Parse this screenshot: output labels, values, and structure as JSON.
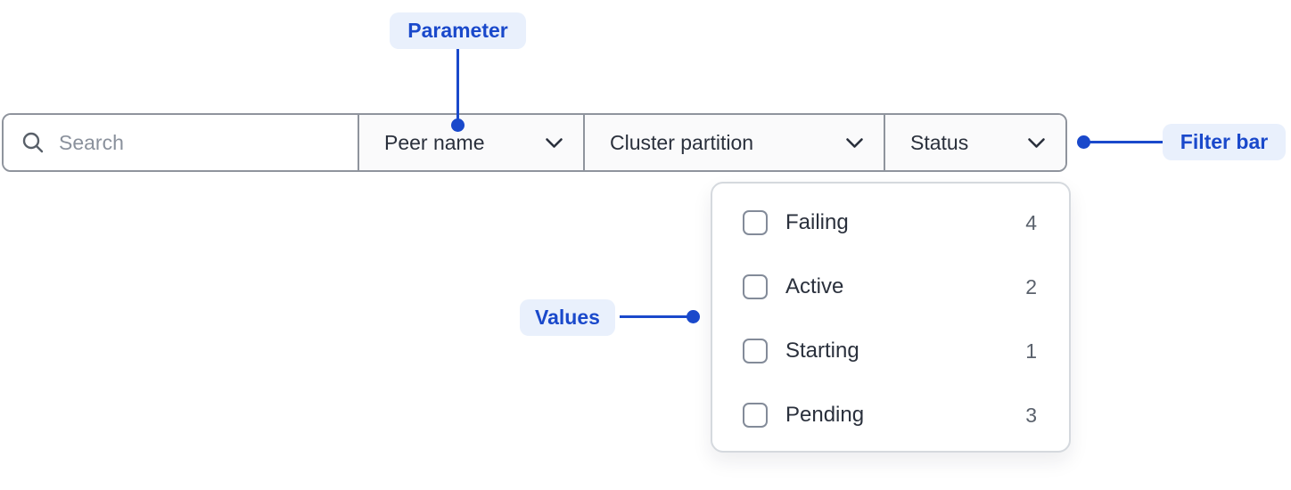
{
  "annotations": {
    "parameter_label": "Parameter",
    "filter_bar_label": "Filter bar",
    "values_label": "Values"
  },
  "filter_bar": {
    "search": {
      "placeholder": "Search",
      "value": ""
    },
    "dropdowns": [
      {
        "label": "Peer name"
      },
      {
        "label": "Cluster partition"
      },
      {
        "label": "Status"
      }
    ]
  },
  "status_panel": {
    "items": [
      {
        "label": "Failing",
        "count": "4",
        "checked": false
      },
      {
        "label": "Active",
        "count": "2",
        "checked": false
      },
      {
        "label": "Starting",
        "count": "1",
        "checked": false
      },
      {
        "label": "Pending",
        "count": "3",
        "checked": false
      }
    ]
  },
  "icons": {
    "search": "magnifier-icon",
    "dropdown": "chevron-down-icon"
  },
  "colors": {
    "accent_blue": "#1A49CB",
    "badge_bg": "#E9F0FC",
    "bar_border": "#8F949D",
    "segment_bg": "#FAFAFB",
    "text_dark": "#2A303C",
    "muted_text": "#5A616C",
    "placeholder": "#8A919C",
    "panel_border": "#D5D9DE",
    "checkbox_border": "#838B99"
  }
}
